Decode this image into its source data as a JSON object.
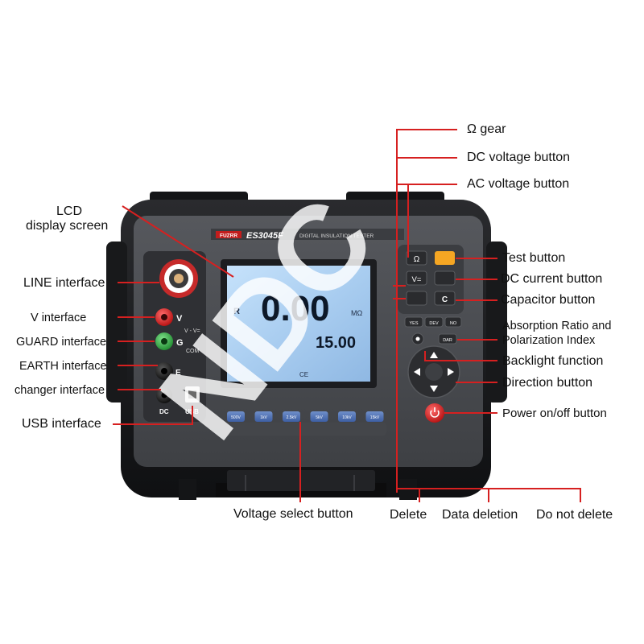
{
  "device": {
    "brand": "FUZRR",
    "model": "ES3045F",
    "subtitle": "DIGITAL INSULATION TESTER",
    "lcd": {
      "main_reading": "0.00",
      "main_unit": "MΩ",
      "secondary_reading": "15.00",
      "mode_letter": "R",
      "ce_mark": "CE"
    },
    "terminals": {
      "v": "V",
      "g": "G",
      "e": "E",
      "dc": "DC",
      "usb": "USB",
      "com": "COM",
      "vv": "V - V="
    },
    "keys": {
      "ohm": "Ω",
      "dcv": "V=",
      "test_color": "#f5a623",
      "c": "C",
      "yes": "YES",
      "dev": "DEV",
      "no": "NO",
      "dar": "DAR"
    },
    "voltage_buttons": [
      "500V",
      "1kV",
      "2.5kV",
      "5kV",
      "10kV",
      "15kV"
    ]
  },
  "watermark": "NDC",
  "callouts": {
    "omega_gear": "Ω gear",
    "dc_voltage": "DC voltage button",
    "ac_voltage": "AC voltage button",
    "lcd_line1": "LCD",
    "lcd_line2": "display screen",
    "test": "Test button",
    "dc_current": "DC current button",
    "line_interface": "LINE interface",
    "capacitor": "Capacitor button",
    "absorption_line1": "Absorption Ratio and",
    "absorption_line2": "Polarization Index",
    "v_interface": "V interface",
    "guard_interface": "GUARD interface",
    "backlight": "Backlight function",
    "earth_interface": "EARTH interface",
    "direction": "Direction button",
    "charger_interface": "changer interface",
    "power": "Power on/off button",
    "usb_interface": "USB interface",
    "voltage_select": "Voltage select button",
    "delete": "Delete",
    "data_deletion": "Data deletion",
    "do_not_delete": "Do not delete"
  },
  "colors": {
    "callout_line": "#d62020",
    "case": "#1d1e20",
    "panel": "#4a4c50",
    "lcd_bg": "#a9cdf0",
    "power": "#d42a2a",
    "watermark": "#ffffff"
  }
}
